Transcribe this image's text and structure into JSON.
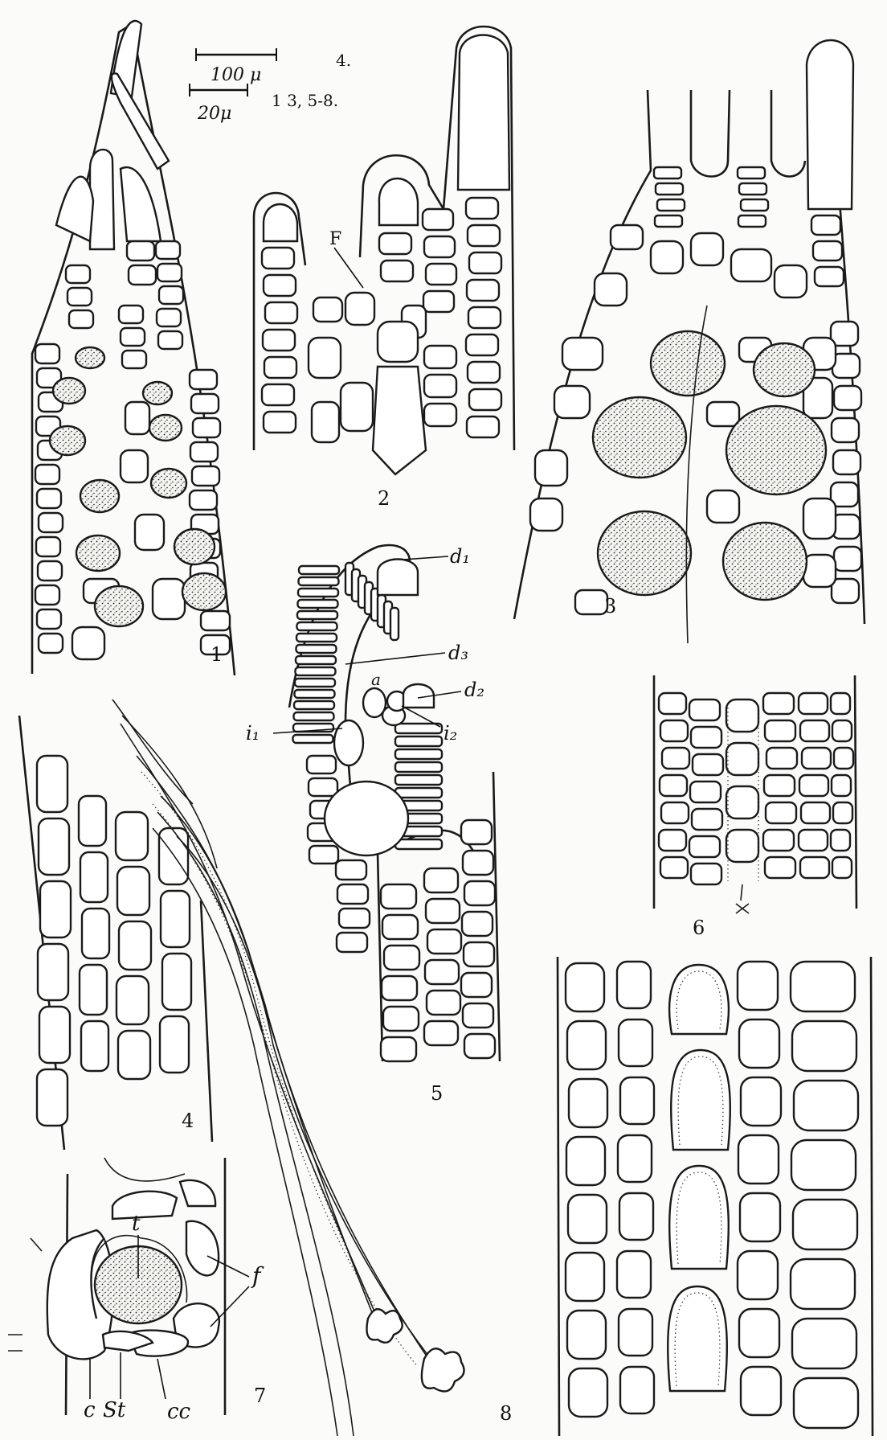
{
  "plate": {
    "scale_bars": [
      {
        "length_label": "100 μ",
        "applies_to": "4."
      },
      {
        "length_label": "20μ",
        "applies_to": "1 3, 5-8."
      }
    ],
    "figure_numbers": [
      "1",
      "2",
      "3",
      "4",
      "5",
      "6",
      "7",
      "8"
    ],
    "annotations": {
      "fig2": [
        "F"
      ],
      "fig5": [
        "d₁",
        "d₃",
        "a",
        "d₂",
        "i₁",
        "i₂"
      ],
      "fig7": [
        "t",
        "f",
        "c",
        "St",
        "cc"
      ]
    }
  },
  "colors": {
    "ink": "#1a1a1a",
    "paper": "#fbfbf9"
  }
}
